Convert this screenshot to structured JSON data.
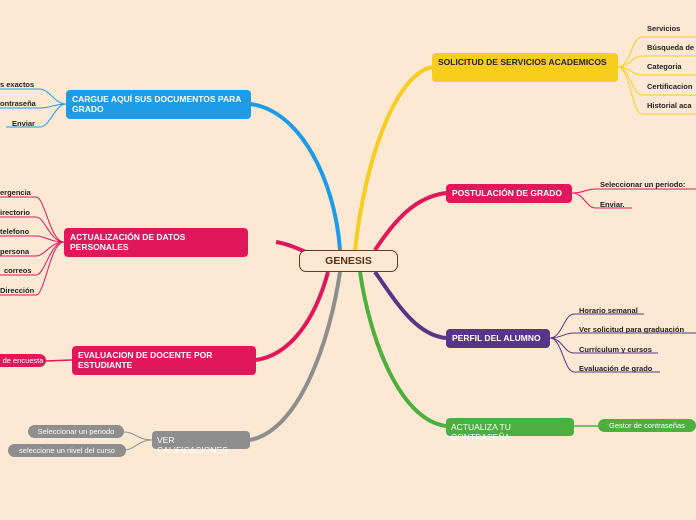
{
  "center": {
    "label": "GENESIS"
  },
  "branches": {
    "documentos": {
      "label": "CARGUE AQUÍ SUS DOCUMENTOS PARA GRADO",
      "color": "#1e9be6",
      "children": [
        "s exactos",
        "ontraseña",
        "Enviar"
      ]
    },
    "datos": {
      "label": "ACTUALIZACIÓN DE DATOS PERSONALES",
      "color": "#e0185b",
      "children": [
        "ergencia",
        "irectorio",
        "telefono",
        "persona",
        "correos",
        "Dirección"
      ]
    },
    "evaluacion": {
      "label": "EVALUACION DE DOCENTE POR ESTUDIANTE",
      "color": "#e0185b",
      "children": [
        "de encuesta"
      ]
    },
    "calificaciones": {
      "label": "VER CALIFICACIONES",
      "color": "#8e8e8e",
      "children": [
        "Seleccionar un periodo",
        "seleccione un nivel del curso"
      ]
    },
    "solicitud": {
      "label": "SOLICITUD DE SERVICIOS ACADEMICOS",
      "color": "#f7ce1e",
      "children": [
        "Servicios",
        "Búsqueda de",
        "Categoria",
        "Certificacion",
        "Historial aca"
      ]
    },
    "postulacion": {
      "label": "POSTULACIÓN DE GRADO",
      "color": "#e0185b",
      "children": [
        "Seleccionar un periodo:",
        "Enviar."
      ]
    },
    "perfil": {
      "label": "PERFIL DEL ALUMNO",
      "color": "#5a3486",
      "children": [
        "Horario semanal",
        "Ver solicitud para graduación",
        "Currículum y cursos",
        "Evaluación de grado"
      ]
    },
    "contrasena": {
      "label": "ACTUALIZA TU CONTRASEÑA",
      "color": "#4caf3e",
      "children": [
        "Gestor de contraseñas"
      ]
    }
  }
}
